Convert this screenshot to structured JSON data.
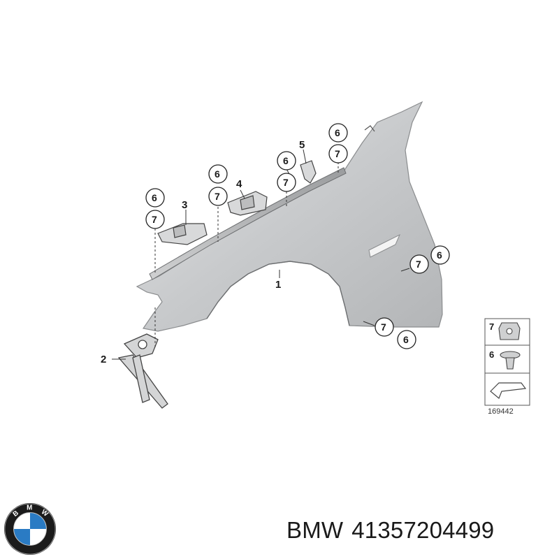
{
  "diagram": {
    "parts": [
      {
        "id": "part-1",
        "label": "1"
      },
      {
        "id": "part-2",
        "label": "2"
      },
      {
        "id": "part-3",
        "label": "3"
      },
      {
        "id": "part-4",
        "label": "4"
      },
      {
        "id": "part-5",
        "label": "5"
      }
    ],
    "circled_labels": {
      "six": "6",
      "seven": "7"
    },
    "legend": {
      "item_top": "7",
      "item_mid": "6",
      "diagram_id": "169442"
    }
  },
  "caption": {
    "brand": "BMW",
    "part_number": "41357204499"
  },
  "logo": {
    "letters": [
      "B",
      "M",
      "W"
    ],
    "colors": {
      "blue": "#2a7bc4",
      "white": "#ffffff",
      "ring": "#1b1b1b"
    }
  },
  "colors": {
    "fender_fill": "#c9cbcd",
    "fender_shadow": "#a9abad",
    "outline": "#7a7c7e",
    "line": "#333333"
  }
}
